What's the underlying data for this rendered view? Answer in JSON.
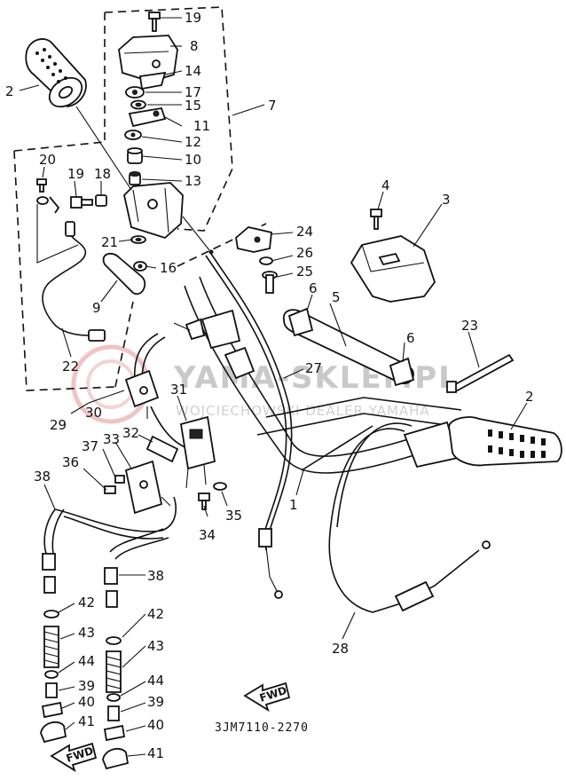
{
  "watermark": {
    "title": "YAMA-SKLEP.PL",
    "subtitle": "WOJCIECHOWSKI DEALER YAMAHA"
  },
  "diagram_code": "3JM7110-2270",
  "fwd_labels": [
    "FWD",
    "FWD"
  ],
  "callouts": {
    "c1": "1",
    "c2a": "2",
    "c2b": "2",
    "c3": "3",
    "c4": "4",
    "c5": "5",
    "c6a": "6",
    "c6b": "6",
    "c7": "7",
    "c8": "8",
    "c9": "9",
    "c10": "10",
    "c11": "11",
    "c12": "12",
    "c13": "13",
    "c14": "14",
    "c15": "15",
    "c16": "16",
    "c17": "17",
    "c18": "18",
    "c19a": "19",
    "c19b": "19",
    "c20": "20",
    "c21": "21",
    "c22": "22",
    "c23": "23",
    "c24": "24",
    "c25": "25",
    "c26": "26",
    "c27": "27",
    "c28": "28",
    "c29": "29",
    "c30": "30",
    "c31": "31",
    "c32": "32",
    "c33": "33",
    "c34": "34",
    "c35": "35",
    "c36": "36",
    "c37": "37",
    "c38a": "38",
    "c38b": "38",
    "c39a": "39",
    "c39b": "39",
    "c40a": "40",
    "c40b": "40",
    "c41a": "41",
    "c41b": "41",
    "c42a": "42",
    "c42b": "42",
    "c43a": "43",
    "c43b": "43",
    "c44a": "44",
    "c44b": "44"
  }
}
